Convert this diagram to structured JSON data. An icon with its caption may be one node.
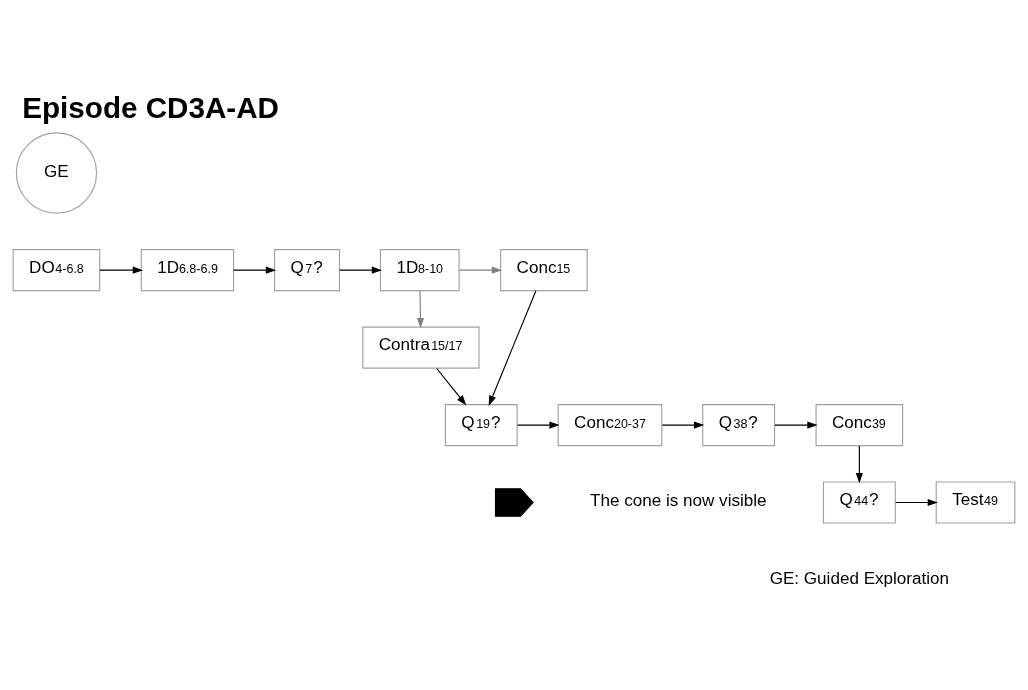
{
  "diagram": {
    "title": "Episode CD3A-AD",
    "nodes": [
      {
        "text": [
          "GE"
        ]
      },
      {
        "text": [
          "DO$_{4-6.8}$"
        ]
      },
      {
        "text": [
          "1D$_{6.8-6.9}$"
        ]
      },
      {
        "text": [
          "Q$_{7}$?"
        ]
      },
      {
        "text": [
          "1D$_{8-10}$"
        ]
      },
      {
        "text": [
          "Conc$_{15}$"
        ]
      },
      {
        "text": [
          "Contra$_{15/17}$"
        ]
      },
      {
        "text": [
          "Q$_{19}$?"
        ]
      },
      {
        "text": [
          "Conc$_{20-37}$"
        ]
      },
      {
        "text": [
          "Q$_{38}$?"
        ]
      },
      {
        "text": [
          "Conc$_{39}$"
        ]
      },
      {
        "text": [
          "Q$_{44}$?"
        ]
      },
      {
        "text": [
          "Test$_{49}$"
        ]
      },
      {
        "text": [],
        "shape": "chevron"
      }
    ],
    "edges": [
      {
        "from": 1,
        "to": 2,
        "arrow": "to"
      },
      {
        "from": 2,
        "to": 3,
        "arrow": "to"
      },
      {
        "from": 3,
        "to": 4,
        "arrow": "to"
      },
      {
        "from": 4,
        "to": 5,
        "arrow": "to",
        "color": "#808080"
      },
      {
        "from": 4,
        "to": 6,
        "arrow": "to",
        "color": "#808080"
      },
      {
        "from": 5,
        "to": 7,
        "arrow": "to"
      },
      {
        "from": 6,
        "to": 7,
        "arrow": "to"
      },
      {
        "from": 7,
        "to": 8,
        "arrow": "to"
      },
      {
        "from": 8,
        "to": 9,
        "arrow": "to"
      },
      {
        "from": 9,
        "to": 10,
        "arrow": "to"
      },
      {
        "from": 10,
        "to": 11,
        "arrow": "to"
      },
      {
        "from": 11,
        "to": 12,
        "arrow": "to"
      }
    ],
    "labels": [
      "The cone is now visible",
      "GE: Guided Exploration"
    ]
  }
}
